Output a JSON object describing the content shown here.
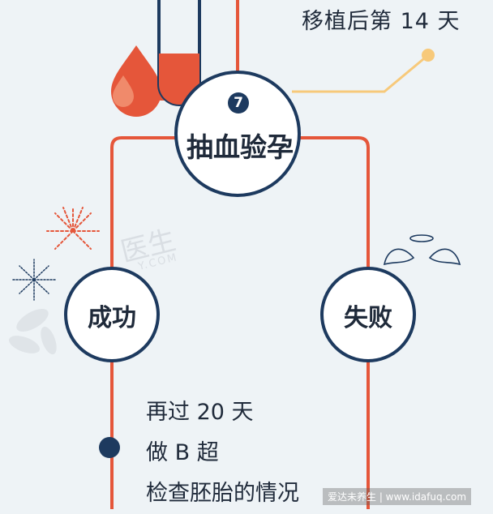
{
  "top_caption": "移植后第 14 天",
  "step_number": "7",
  "nodes": {
    "main": "抽血验孕",
    "success": "成功",
    "fail": "失败"
  },
  "next_steps": [
    "再过 20 天",
    "做 B 超",
    "检查胚胎的情况"
  ],
  "watermark": {
    "brand": "医生",
    "brand_sub": "Y.COM",
    "footer": "爱达未养生 | www.idafuq.com"
  },
  "colors": {
    "line": "#e5563a",
    "navy": "#1d3a5f",
    "accent_yellow": "#f7c97a",
    "background": "#eef3f6"
  },
  "icons": [
    "blood-drop-icon",
    "test-tube-icon",
    "fireworks-icon",
    "angel-wings-icon"
  ]
}
